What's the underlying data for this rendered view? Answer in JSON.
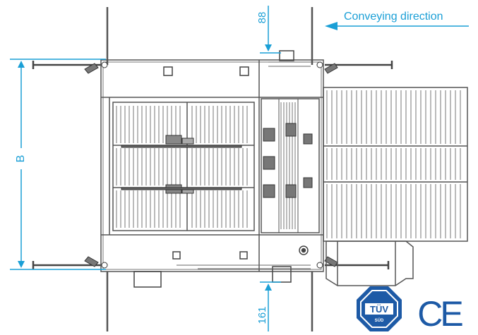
{
  "labels": {
    "conveying_direction": "Conveying direction",
    "dimension_top": "88",
    "dimension_bottom": "161",
    "dimension_width": "B"
  },
  "certifications": {
    "tuv_mark_text": "TÜV",
    "tuv_mark_subtext": "SÜD",
    "ce_mark_text": "CE"
  },
  "colors": {
    "dimension": "#1a9fd6",
    "drawing": "#555555",
    "tuv_blue": "#1d5aa6"
  }
}
